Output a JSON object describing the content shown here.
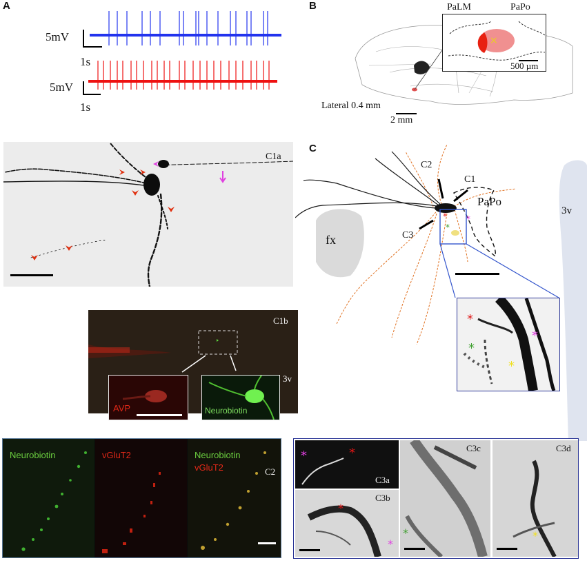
{
  "panels": {
    "a": "A",
    "b": "B",
    "c": "C"
  },
  "traces": {
    "scale_v": "5mV",
    "scale_t": "1s",
    "blue": "#2233ee",
    "red": "#ee1111"
  },
  "panel_b": {
    "palm": "PaLM",
    "papo": "PaPo",
    "scale_inset": "500 µm",
    "lateral": "Lateral 0.4 mm",
    "scale_main": "2 mm"
  },
  "c1a": {
    "label": "C1a"
  },
  "panel_c": {
    "c1": "C1",
    "c2": "C2",
    "c3": "C3",
    "papo": "PaPo",
    "fx": "fx",
    "v3": "3v"
  },
  "c1b": {
    "label": "C1b",
    "v3": "3v",
    "avp": "AVP",
    "neurobiotin": "Neurobiotin"
  },
  "c2": {
    "label": "C2",
    "p1": "Neurobiotin",
    "p2": "vGluT2",
    "p3a": "Neurobiotin",
    "p3b": "vGluT2"
  },
  "c3": {
    "a": "C3a",
    "b": "C3b",
    "c": "C3c",
    "d": "C3d"
  },
  "colors": {
    "frame_blue": "#2a3596",
    "frame_grey": "#5a7a99",
    "neurite_orange": "#e07020",
    "star_red": "#e01515",
    "star_magenta": "#e040e0",
    "star_green": "#40a030",
    "star_yellow": "#f0e020"
  }
}
